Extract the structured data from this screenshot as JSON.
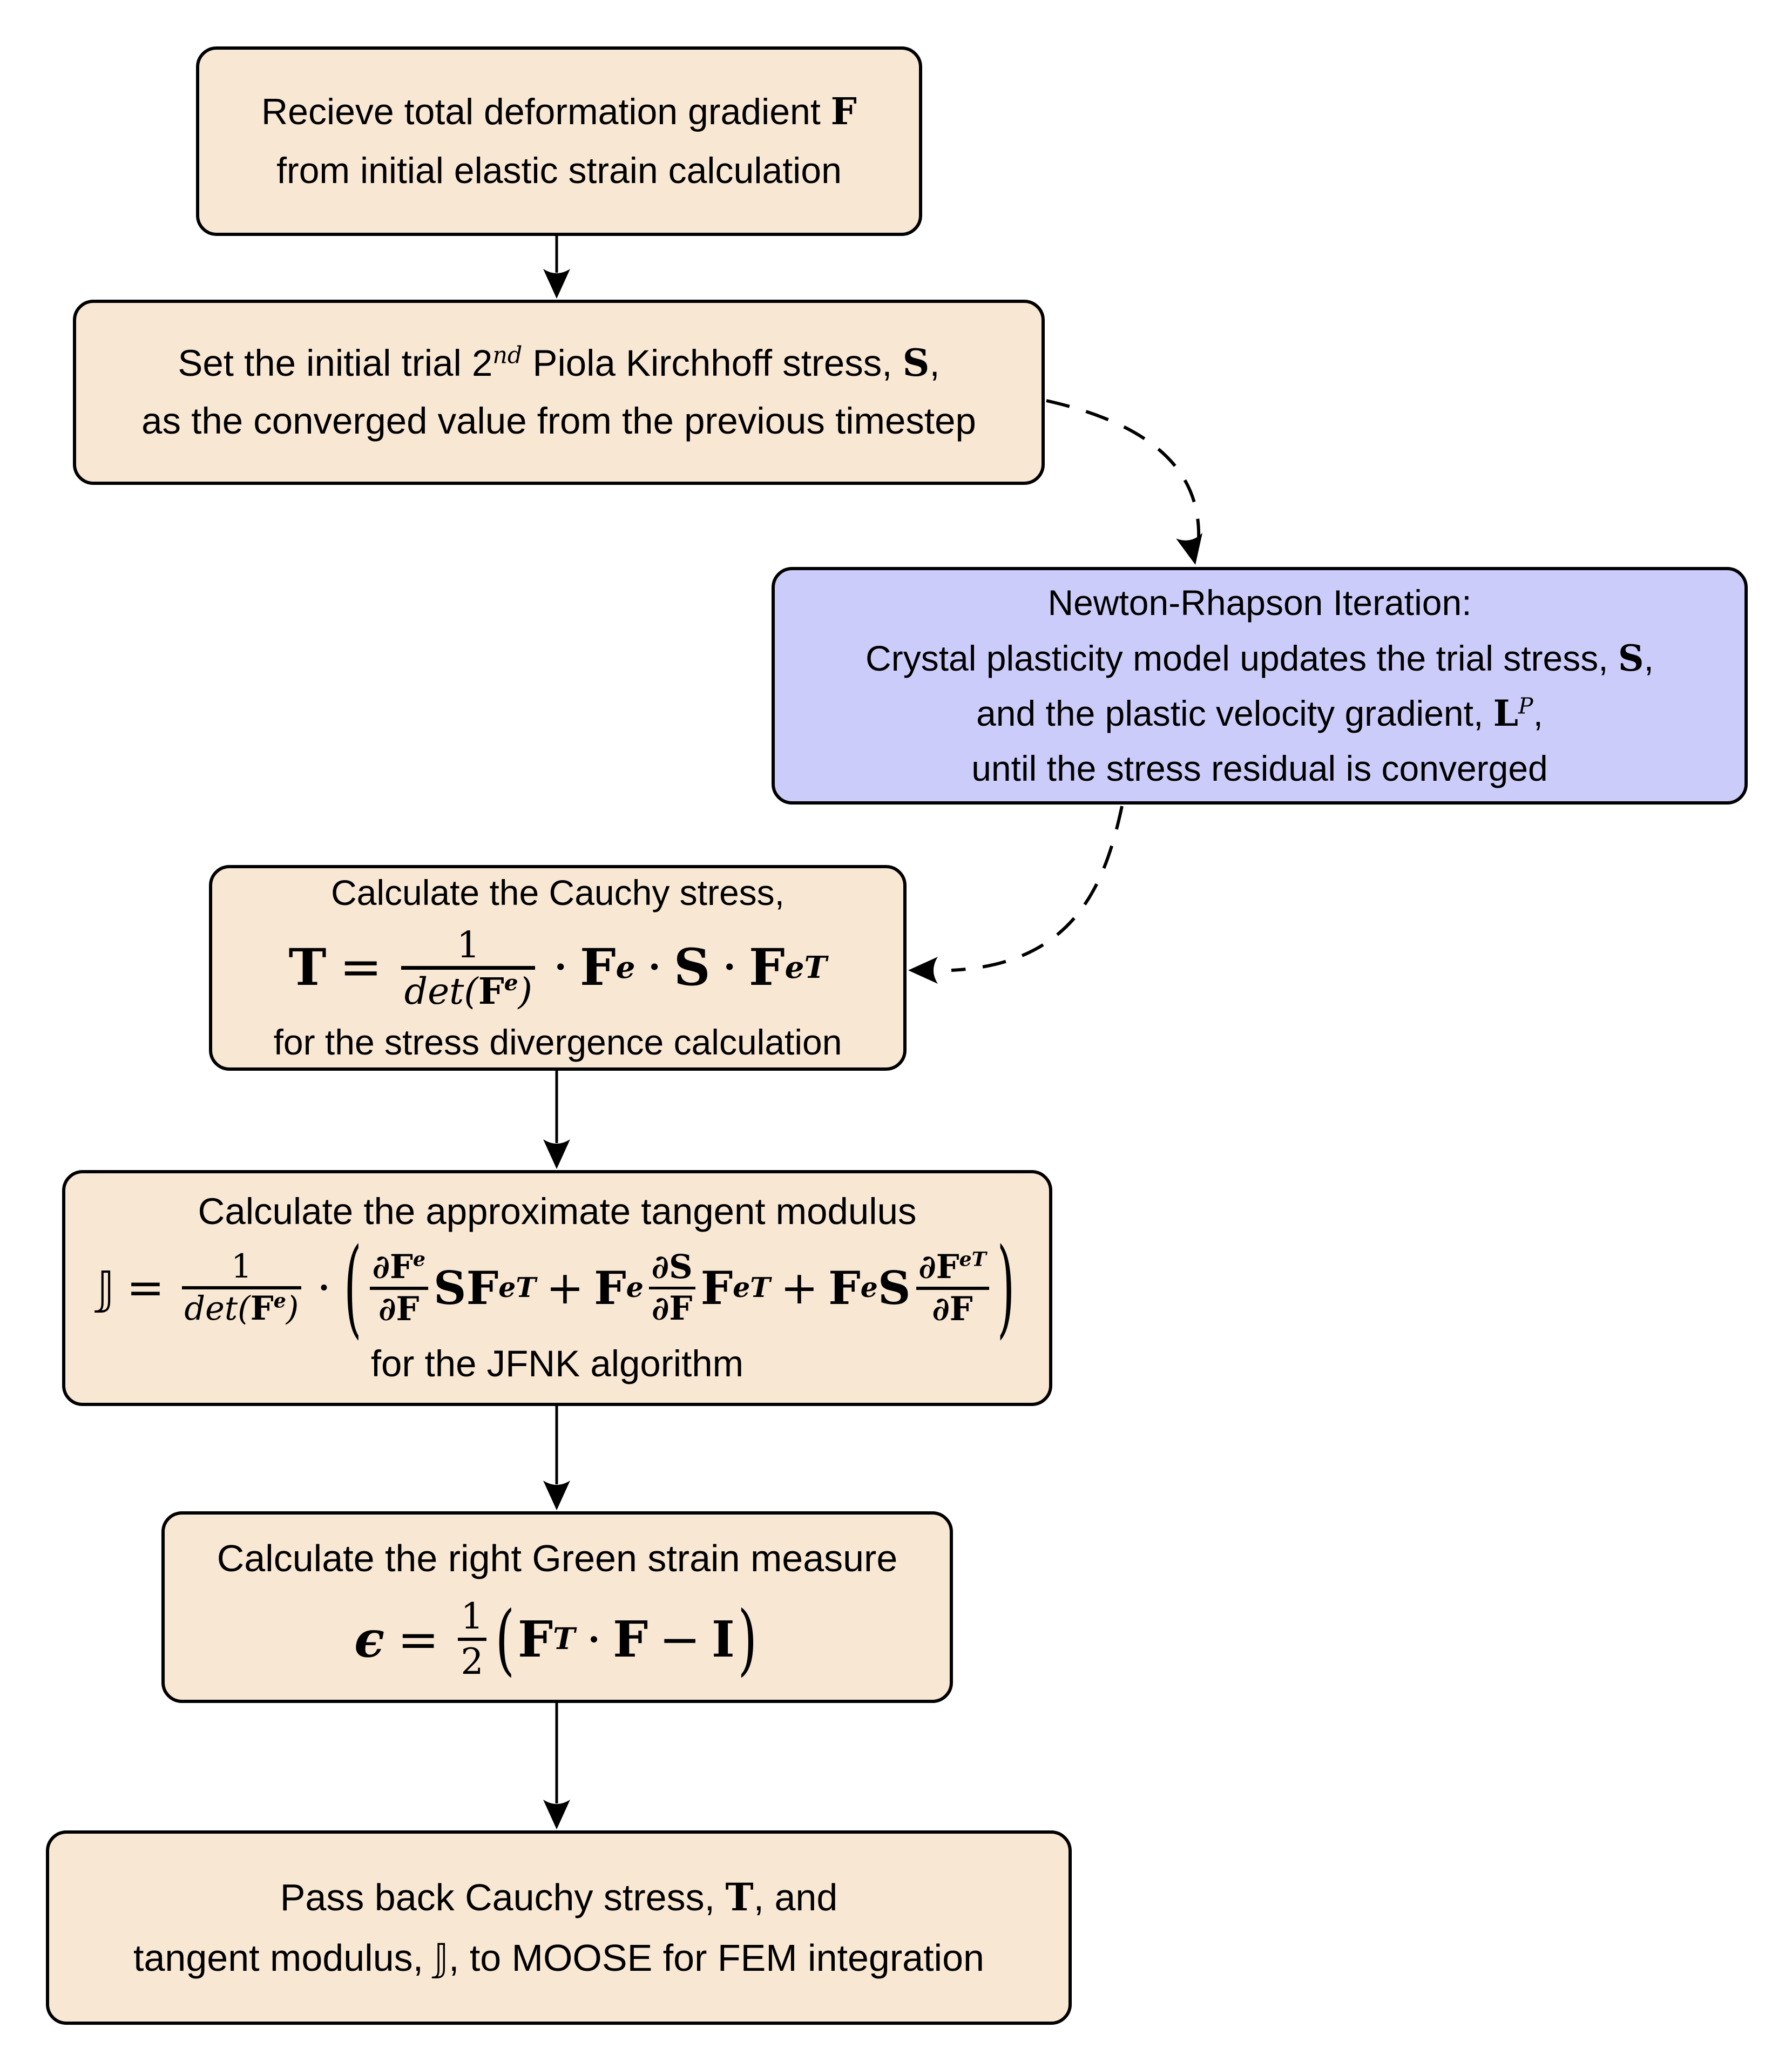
{
  "colors": {
    "node_fill": "#F8E7D3",
    "highlight_fill": "#CCCCFA",
    "border": "#000000",
    "text": "#000000",
    "background": "#FFFFFF"
  },
  "nodes": {
    "receive": {
      "line1_text": "Recieve total deformation gradient ",
      "line1_sym": "F",
      "line2": "from initial elastic strain calculation"
    },
    "set_trial": {
      "l1_a": "Set the initial trial 2",
      "l1_sup": "nd",
      "l1_b": " Piola Kirchhoff stress, ",
      "l1_sym": "S",
      "l1_comma": ",",
      "l2": "as the converged value from the previous timestep"
    },
    "newton": {
      "l1": "Newton-Rhapson Iteration:",
      "l2_a": "Crystal plasticity model updates the trial stress, ",
      "l2_sym": "S",
      "l2_comma": ",",
      "l3_a": "and the plastic velocity gradient, ",
      "l3_sym": "L",
      "l3_sup": "P",
      "l3_comma": ",",
      "l4": "until the stress residual is converged"
    },
    "cauchy": {
      "l1": "Calculate the Cauchy stress,",
      "f": {
        "lhs": "T",
        "eq": "=",
        "num": "1",
        "den_det": "det(",
        "den_F": "F",
        "den_sup": "e",
        "den_close": ")",
        "dot1": "·",
        "t1": "F",
        "t1_sup": "e",
        "dot2": "·",
        "t2": "S",
        "dot3": "·",
        "t3": "F",
        "t3_sup": "eT"
      },
      "l3": "for the stress divergence calculation"
    },
    "tangent": {
      "l1": "Calculate the approximate tangent modulus",
      "f": {
        "lhs": "𝕁",
        "eq": "=",
        "num": "1",
        "den_det": "det(",
        "den_F": "F",
        "den_sup": "e",
        "den_close": ")",
        "dot": "·",
        "lparen": "(",
        "p1_num": "∂F",
        "p1_num_sup": "e",
        "p1_den": "∂F",
        "p1_S": "S",
        "p1_F": "F",
        "p1_F_sup": "eT",
        "plus1": "+",
        "p2_F": "F",
        "p2_F_sup": "e",
        "p2_num": "∂S",
        "p2_den": "∂F",
        "p2_F2": "F",
        "p2_F2_sup": "eT",
        "plus2": "+",
        "p3_F": "F",
        "p3_F_sup": "e",
        "p3_S": "S",
        "p3_num": "∂F",
        "p3_num_sup": "eT",
        "p3_den": "∂F",
        "rparen": ")"
      },
      "l3": "for the JFNK algorithm"
    },
    "green": {
      "l1": "Calculate the right Green strain measure",
      "f": {
        "lhs": "ϵ",
        "eq": "=",
        "num": "1",
        "den": "2",
        "lparen": "(",
        "t1": "F",
        "t1_sup": "T",
        "dot": "·",
        "t2": "F",
        "minus": "−",
        "t3": "I",
        "rparen": ")"
      }
    },
    "passback": {
      "l1_a": "Pass back Cauchy stress, ",
      "l1_sym": "T",
      "l1_b": ", and",
      "l2_a": "tangent modulus, ",
      "l2_sym": "𝕁",
      "l2_b": ", to MOOSE for FEM integration"
    }
  }
}
